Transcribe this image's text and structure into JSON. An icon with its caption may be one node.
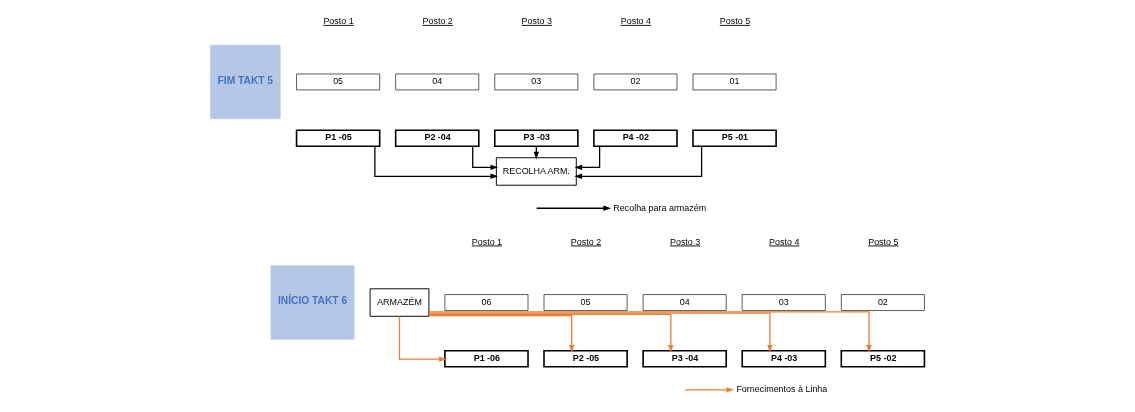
{
  "diagram": {
    "nodes": [
      {
        "text": [
          "FIM TAKT 5"
        ]
      },
      {
        "text": [
          "05"
        ]
      },
      {
        "text": [
          "04"
        ]
      },
      {
        "text": [
          "03"
        ]
      },
      {
        "text": [
          "02"
        ]
      },
      {
        "text": [
          "01"
        ]
      },
      {
        "text": [
          "P1 -05"
        ]
      },
      {
        "text": [
          "P2 -04"
        ]
      },
      {
        "text": [
          "P3 -03"
        ]
      },
      {
        "text": [
          "P4 -02"
        ]
      },
      {
        "text": [
          "P5 -01"
        ]
      },
      {
        "text": [
          "RECOLHA ARM."
        ]
      },
      {
        "text": [
          "INÍCIO TAKT 6"
        ]
      },
      {
        "text": [
          "ARMAZÉM"
        ]
      },
      {
        "text": [
          "06"
        ]
      },
      {
        "text": [
          "05"
        ]
      },
      {
        "text": [
          "04"
        ]
      },
      {
        "text": [
          "03"
        ]
      },
      {
        "text": [
          "02"
        ]
      },
      {
        "text": [
          "P1 -06"
        ]
      },
      {
        "text": [
          "P2 -05"
        ]
      },
      {
        "text": [
          "P3 -04"
        ]
      },
      {
        "text": [
          "P4 -03"
        ]
      },
      {
        "text": [
          "P5 -02"
        ]
      }
    ],
    "edges": [
      {
        "from": 6,
        "to": 11,
        "arrow": "to"
      },
      {
        "from": 7,
        "to": 11,
        "arrow": "to"
      },
      {
        "from": 8,
        "to": 11,
        "arrow": "to"
      },
      {
        "from": 9,
        "to": 11,
        "arrow": "to"
      },
      {
        "from": 10,
        "to": 11,
        "arrow": "to"
      },
      {
        "from": 13,
        "to": 19,
        "arrow": "to",
        "color": "#ed7d31"
      },
      {
        "from": 13,
        "to": 20,
        "arrow": "to",
        "color": "#ed7d31"
      },
      {
        "from": 13,
        "to": 21,
        "arrow": "to",
        "color": "#ed7d31"
      },
      {
        "from": 13,
        "to": 22,
        "arrow": "to",
        "color": "#ed7d31"
      },
      {
        "from": 13,
        "to": 23,
        "arrow": "to",
        "color": "#ed7d31"
      }
    ],
    "labels": [
      "Posto 1",
      "Posto 2",
      "Posto 3",
      "Posto 4",
      "Posto 5",
      "Posto 1",
      "Posto 2",
      "Posto 3",
      "Posto 4",
      "Posto 5"
    ],
    "legend": [
      {
        "text": "Recolha para armazém"
      },
      {
        "text": "Fornecimentos à Linha"
      }
    ]
  }
}
